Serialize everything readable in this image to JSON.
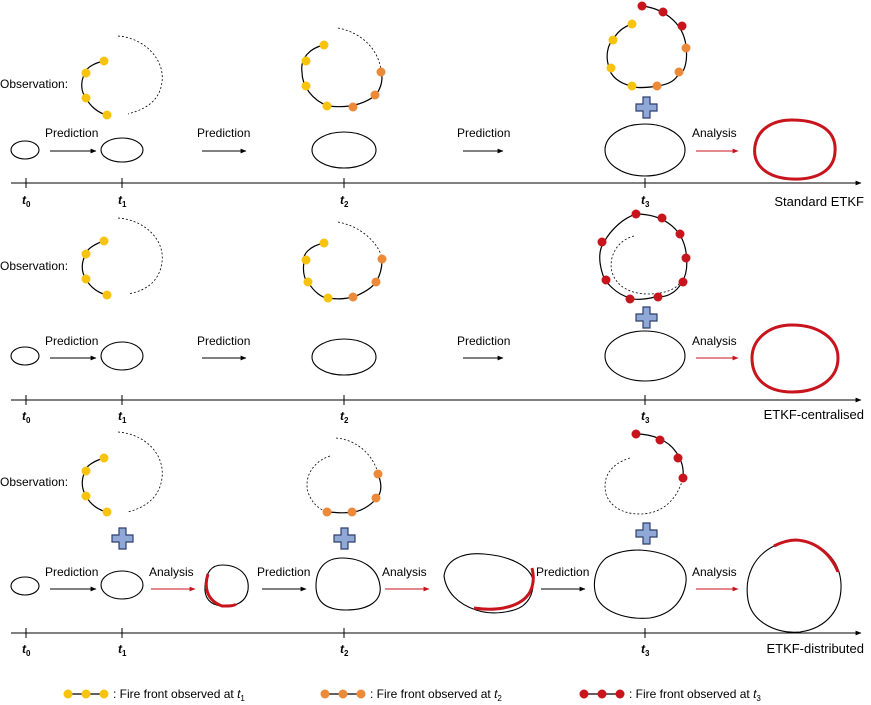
{
  "colors": {
    "t1": "#f7c30d",
    "t2": "#ec8a3a",
    "t3": "#c8141c",
    "analysis": "#c8141c",
    "plus_fill": "#8fa8d6",
    "plus_stroke": "#2f3f6e"
  },
  "panels": [
    {
      "title": "Standard ETKF",
      "observation_label": "Observation:",
      "prediction_label": "Prediction",
      "analysis_label": "Analysis",
      "ticks": [
        {
          "t": "t",
          "sub": "0"
        },
        {
          "t": "t",
          "sub": "1"
        },
        {
          "t": "t",
          "sub": "2"
        },
        {
          "t": "t",
          "sub": "3"
        }
      ]
    },
    {
      "title": "ETKF-centralised",
      "observation_label": "Observation:",
      "prediction_label": "Prediction",
      "analysis_label": "Analysis",
      "ticks": [
        {
          "t": "t",
          "sub": "0"
        },
        {
          "t": "t",
          "sub": "1"
        },
        {
          "t": "t",
          "sub": "2"
        },
        {
          "t": "t",
          "sub": "3"
        }
      ]
    },
    {
      "title": "ETKF-distributed",
      "observation_label": "Observation:",
      "prediction_label": "Prediction",
      "analysis_label": "Analysis",
      "ticks": [
        {
          "t": "t",
          "sub": "0"
        },
        {
          "t": "t",
          "sub": "1"
        },
        {
          "t": "t",
          "sub": "2"
        },
        {
          "t": "t",
          "sub": "3"
        }
      ]
    }
  ],
  "legend": [
    {
      "text": ": Fire front observed at ",
      "t": "t",
      "sub": "1",
      "color_key": "t1"
    },
    {
      "text": ": Fire front observed at ",
      "t": "t",
      "sub": "2",
      "color_key": "t2"
    },
    {
      "text": ": Fire front observed at ",
      "t": "t",
      "sub": "3",
      "color_key": "t3"
    }
  ]
}
